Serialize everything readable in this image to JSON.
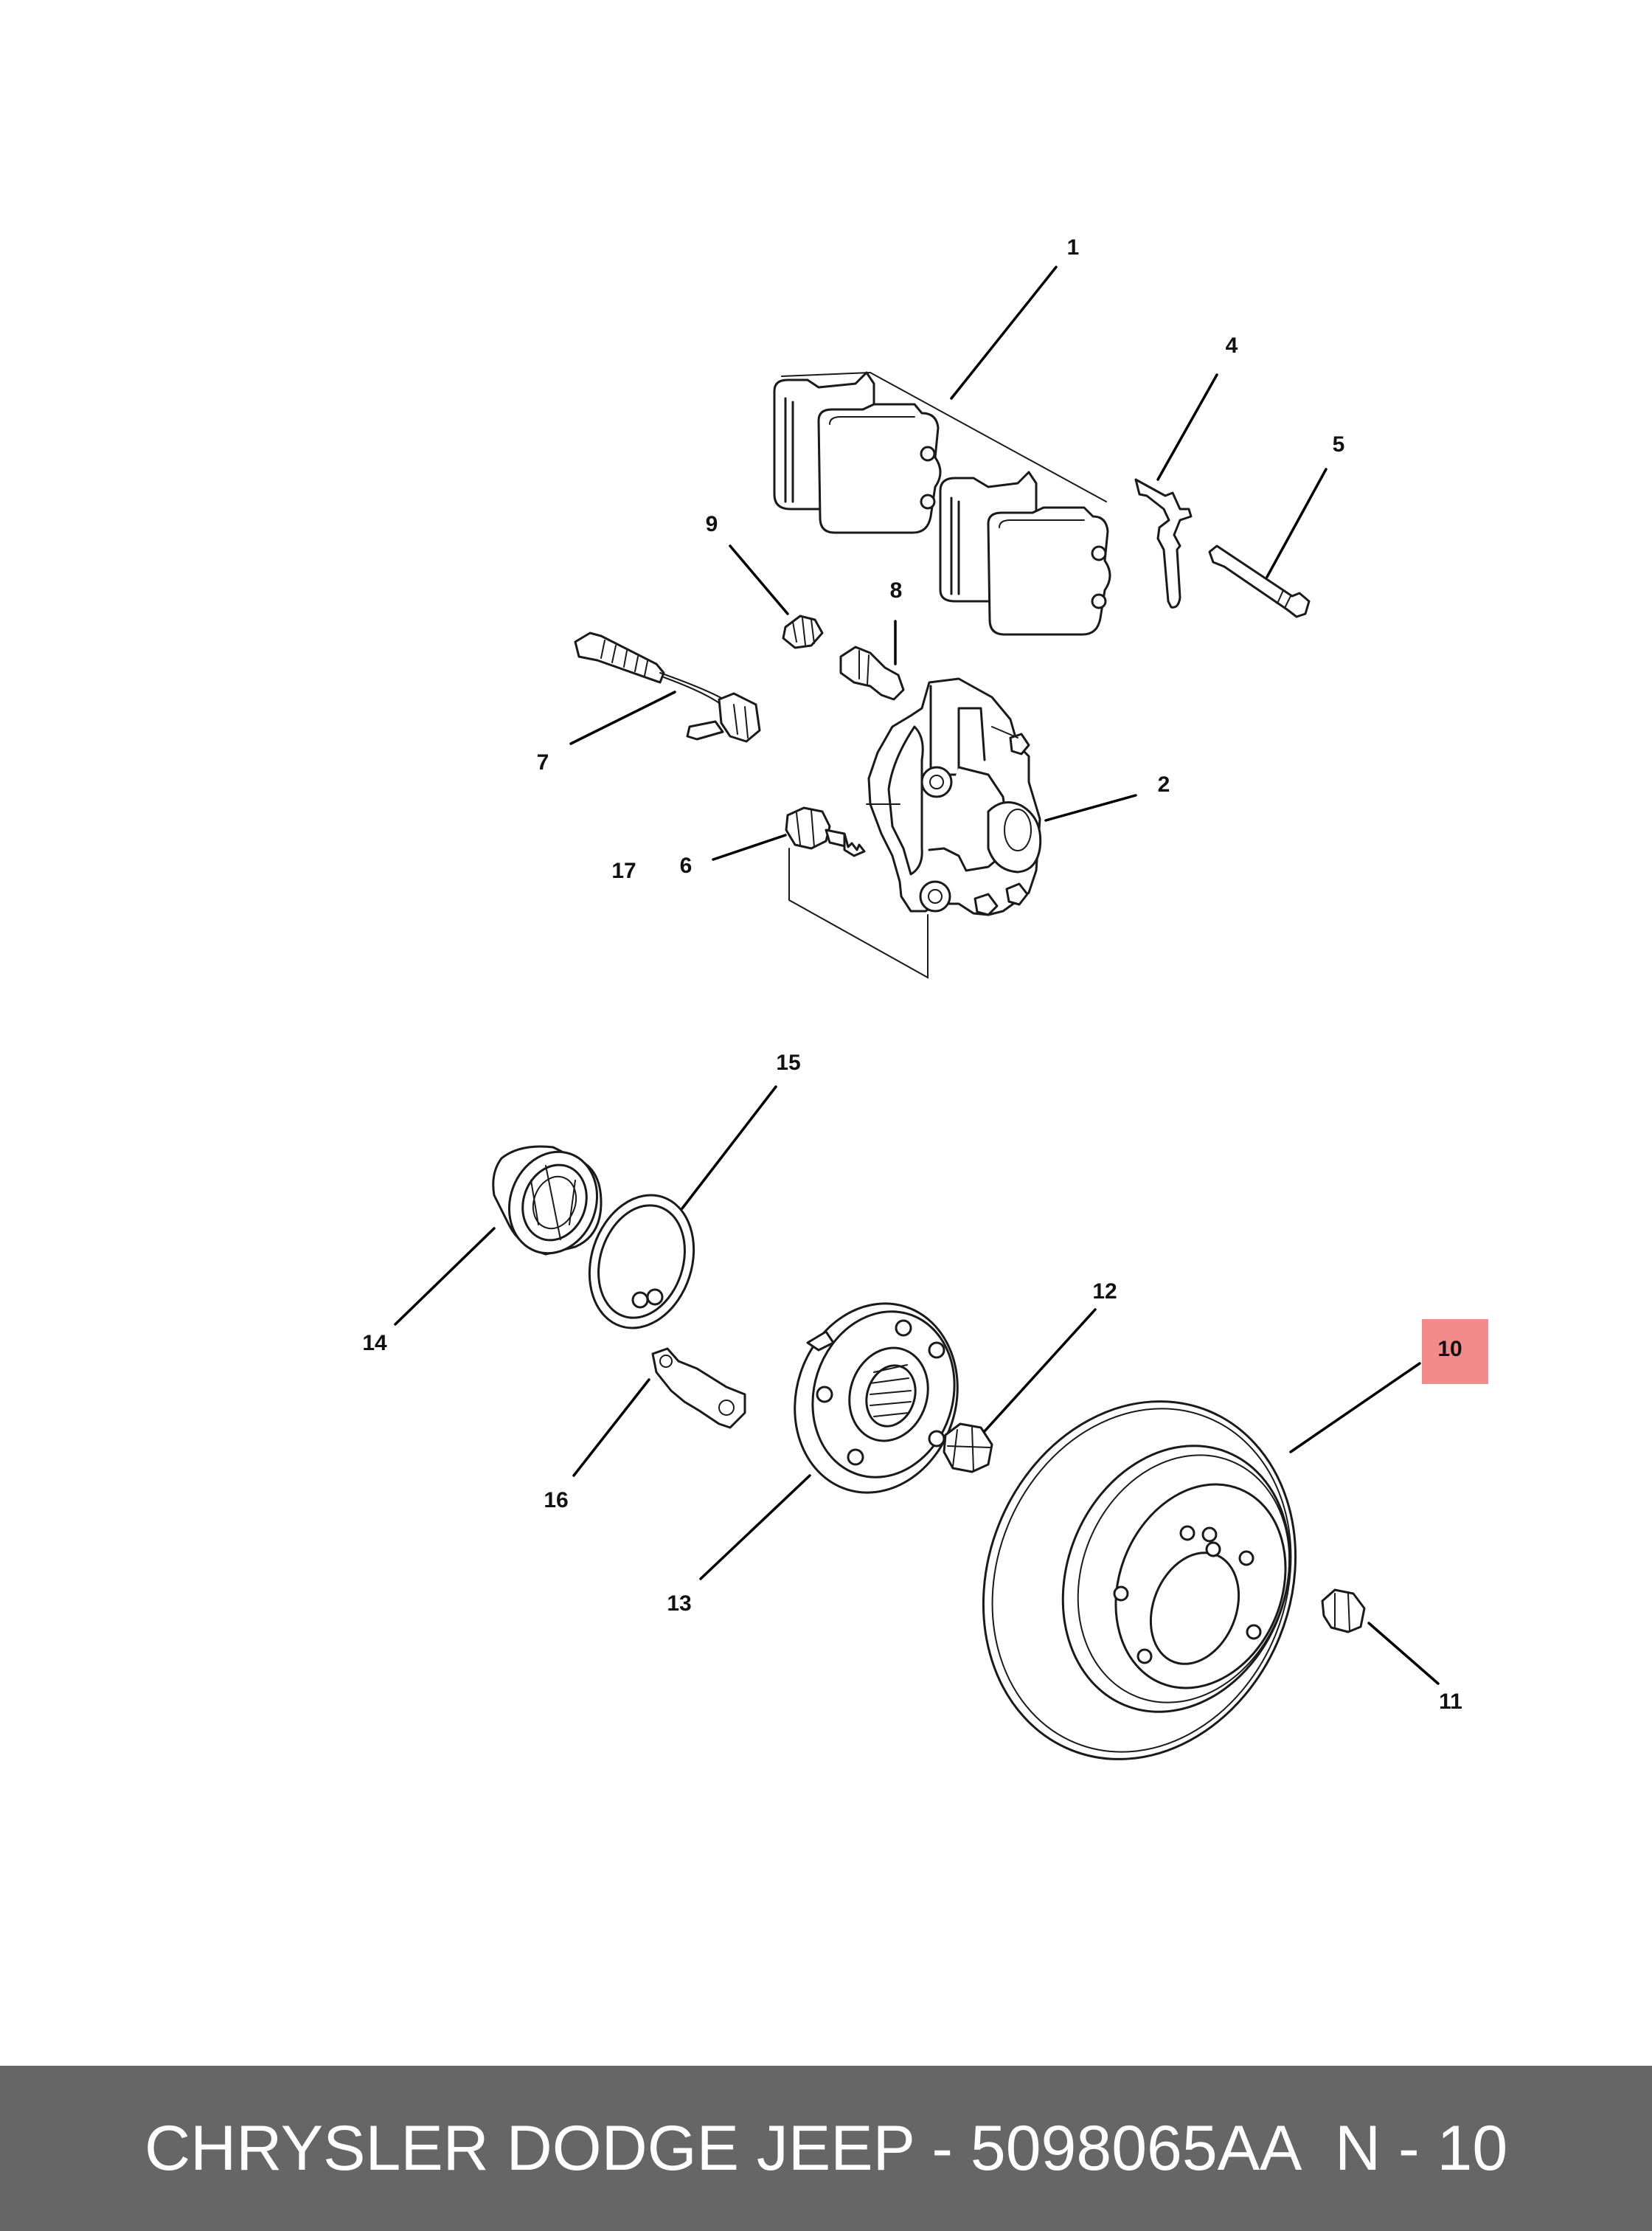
{
  "callouts": {
    "c1": "1",
    "c2": "2",
    "c4": "4",
    "c5": "5",
    "c6": "6",
    "c7": "7",
    "c8": "8",
    "c9": "9",
    "c10": "10",
    "c11": "11",
    "c12": "12",
    "c13": "13",
    "c14": "14",
    "c15": "15",
    "c16": "16",
    "c17": "17"
  },
  "highlight": {
    "callout": "10",
    "color": "#f48b8b"
  },
  "footer": {
    "brand_part": "CHRYSLER DODGE JEEP - 5098065AA",
    "callout_ref": "N - 10"
  },
  "colors": {
    "footer_bg": "#666666",
    "footer_text": "#ffffff",
    "line_art": "#1a1a1a"
  }
}
